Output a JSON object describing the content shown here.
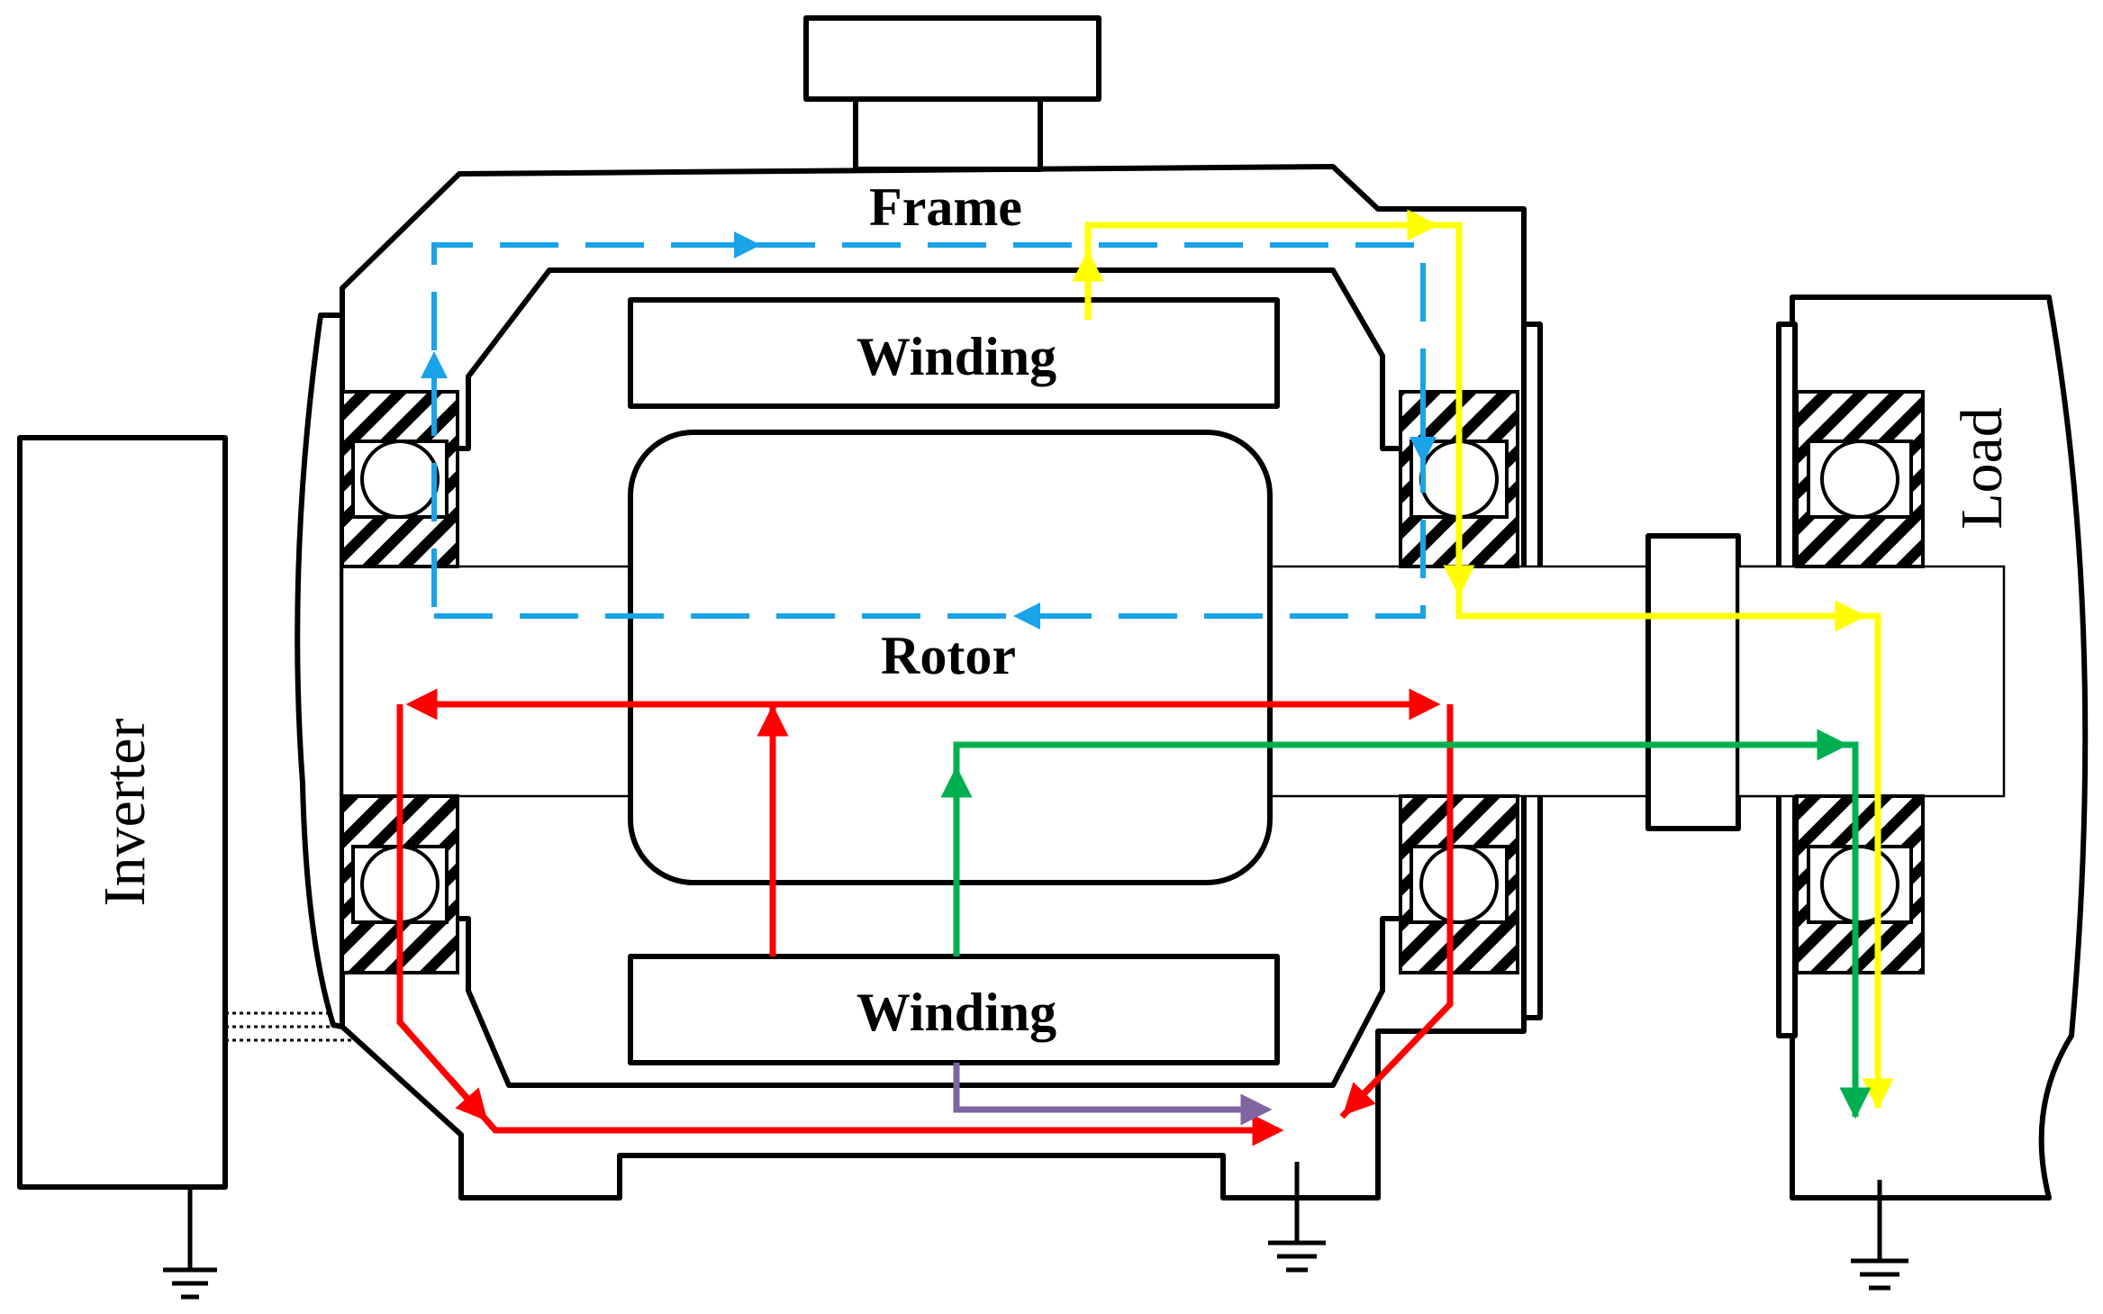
{
  "labels": {
    "frame": "Frame",
    "winding_top": "Winding",
    "winding_bottom": "Winding",
    "rotor": "Rotor",
    "inverter": "Inverter",
    "load": "Load"
  },
  "colors": {
    "outline": "#000000",
    "background": "#ffffff",
    "path_blue": "#1aa3e8",
    "path_yellow": "#ffff00",
    "path_red": "#ff0000",
    "path_green": "#00b050",
    "path_purple": "#8064a2"
  },
  "icons": [
    "ground-symbol",
    "ball-bearing",
    "arrow-head"
  ],
  "current_paths": [
    {
      "color": "blue",
      "style": "dashed"
    },
    {
      "color": "yellow",
      "style": "solid"
    },
    {
      "color": "red",
      "style": "solid"
    },
    {
      "color": "green",
      "style": "solid"
    },
    {
      "color": "purple",
      "style": "solid"
    }
  ]
}
